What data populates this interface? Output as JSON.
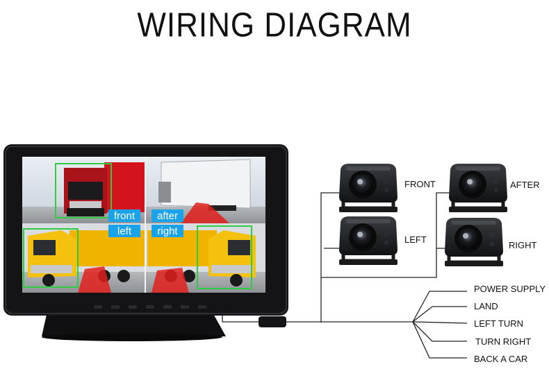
{
  "title": "WIRING DIAGRAM",
  "monitor": {
    "screen_tags": {
      "front": "front",
      "after": "after",
      "left": "left",
      "right": "right"
    }
  },
  "cameras": {
    "front": "FRONT",
    "after": "AFTER",
    "left": "LEFT",
    "right": "RIGHT"
  },
  "wires": [
    "POWER SUPPLY",
    "LAND",
    "LEFT TURN",
    "TURN RIGHT",
    "BACK A CAR"
  ],
  "colors": {
    "tag_bg": "#1aa3e8",
    "detect_box": "#2ecc40",
    "warning_zone": "#e0201c",
    "wire": "#222222"
  }
}
